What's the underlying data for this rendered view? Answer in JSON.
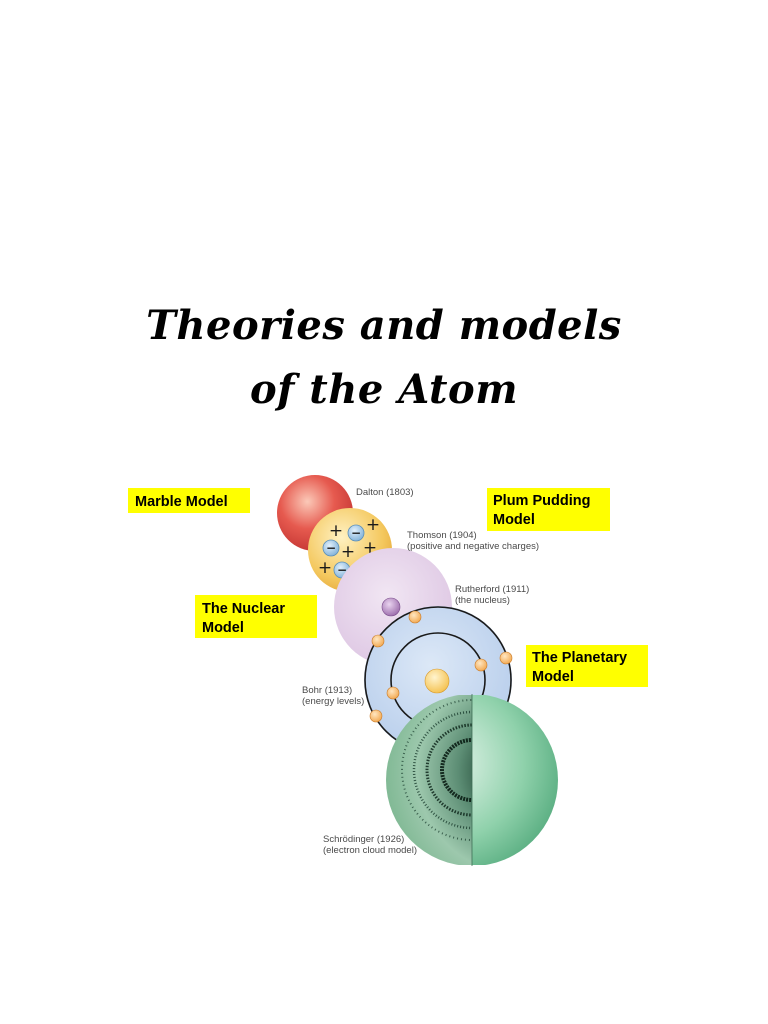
{
  "title": {
    "line1": "Theories and models",
    "line2": "of the Atom"
  },
  "labels": {
    "marble": "Marble Model",
    "plum_line1": "Plum Pudding",
    "plum_line2": "Model",
    "nuclear_line1": "The Nuclear",
    "nuclear_line2": "Model",
    "planetary_line1": "The Planetary",
    "planetary_line2": "Model"
  },
  "captions": {
    "dalton": "Dalton (1803)",
    "thomson_line1": "Thomson (1904)",
    "thomson_line2": "(positive and negative charges)",
    "rutherford_line1": "Rutherford (1911)",
    "rutherford_line2": "(the nucleus)",
    "bohr_line1": "Bohr (1913)",
    "bohr_line2": "(energy levels)",
    "schrodinger_line1": "Schrödinger (1926)",
    "schrodinger_line2": "(electron cloud model)"
  },
  "symbols": {
    "plus": "+",
    "minus": "−"
  },
  "colors": {
    "label_bg": "#ffff00",
    "dalton": "#e0494a",
    "thomson": "#f2c65a",
    "rutherford": "#e6d3ea",
    "bohr": "#c3d6ef",
    "schrodinger": "#6fbf93"
  }
}
